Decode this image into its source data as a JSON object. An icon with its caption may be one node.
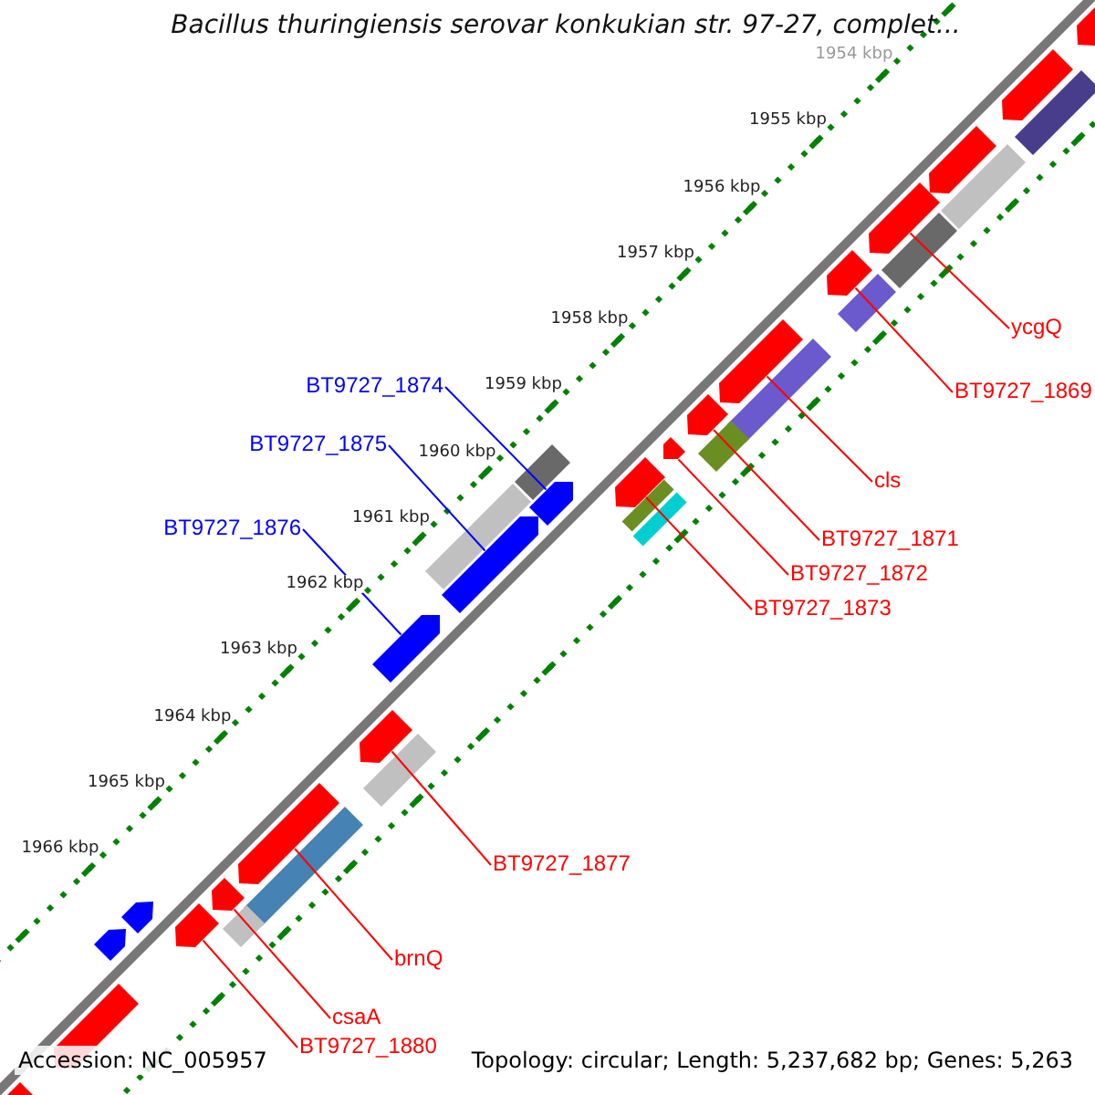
{
  "diagram": {
    "title": "Bacillus thuringiensis serovar konkukian str. 97-27, complet...",
    "nodes": [
      {
        "text": [
          "ycgQ"
        ]
      },
      {
        "text": [
          "BT9727_1869"
        ]
      },
      {
        "text": [
          "cls"
        ]
      },
      {
        "text": [
          "BT9727_1871"
        ]
      },
      {
        "text": [
          "BT9727_1872"
        ]
      },
      {
        "text": [
          "BT9727_1873"
        ]
      },
      {
        "text": [
          "BT9727_1874"
        ]
      },
      {
        "text": [
          "BT9727_1875"
        ]
      },
      {
        "text": [
          "BT9727_1876"
        ]
      },
      {
        "text": [
          "BT9727_1877"
        ]
      },
      {
        "text": [
          "brnQ"
        ]
      },
      {
        "text": [
          "csaA"
        ]
      },
      {
        "text": [
          "BT9727_1880"
        ]
      },
      {
        "text": [],
        "shape": "arrow"
      },
      {
        "text": [],
        "shape": "arrow"
      },
      {
        "text": [],
        "shape": "arrow"
      },
      {
        "text": [],
        "shape": "arrow"
      },
      {
        "text": [],
        "shape": "arrow"
      },
      {
        "text": [],
        "shape": "arrow"
      },
      {
        "text": [],
        "shape": "arrow"
      },
      {
        "text": [],
        "shape": "arrow"
      },
      {
        "text": [],
        "shape": "arrow"
      },
      {
        "text": [],
        "shape": "arrow"
      },
      {
        "text": [],
        "shape": "arrow"
      },
      {
        "text": [],
        "shape": "arrow"
      },
      {
        "text": [],
        "shape": "arrow"
      },
      {
        "text": [],
        "shape": "arrow"
      },
      {
        "text": [],
        "shape": "arrow"
      },
      {
        "text": [],
        "shape": "arrow"
      },
      {
        "text": [],
        "shape": "arrow"
      },
      {
        "text": [],
        "shape": "arrow"
      },
      {
        "text": [],
        "shape": "arrow"
      },
      {
        "text": [],
        "shape": "arrow"
      }
    ],
    "edges": [
      {
        "from": 0,
        "to": 13,
        "arrow": "none"
      },
      {
        "from": 1,
        "to": 14,
        "arrow": "none"
      },
      {
        "from": 2,
        "to": 15,
        "arrow": "none"
      },
      {
        "from": 3,
        "to": 16,
        "arrow": "none"
      },
      {
        "from": 4,
        "to": 17,
        "arrow": "none"
      },
      {
        "from": 5,
        "to": 18,
        "arrow": "none"
      },
      {
        "from": 6,
        "to": 19,
        "arrow": "none",
        "color": "#0000ff"
      },
      {
        "from": 7,
        "to": 20,
        "arrow": "none",
        "color": "#0000ff"
      },
      {
        "from": 8,
        "to": 21,
        "arrow": "none",
        "color": "#0000ff"
      },
      {
        "from": 9,
        "to": 22,
        "arrow": "none"
      },
      {
        "from": 10,
        "to": 23,
        "arrow": "none"
      },
      {
        "from": 11,
        "to": 24,
        "arrow": "none"
      },
      {
        "from": 12,
        "to": 25,
        "arrow": "none"
      }
    ],
    "labels": [
      "1954 kbp",
      "1955 kbp",
      "1956 kbp",
      "1957 kbp",
      "1958 kbp",
      "1959 kbp",
      "1960 kbp",
      "1961 kbp",
      "1962 kbp",
      "1963 kbp",
      "1964 kbp",
      "1965 kbp",
      "1966 kbp",
      "Accession: NC_005957",
      "Topology: circular; Length: 5,237,682 bp; Genes: 5,263"
    ]
  }
}
